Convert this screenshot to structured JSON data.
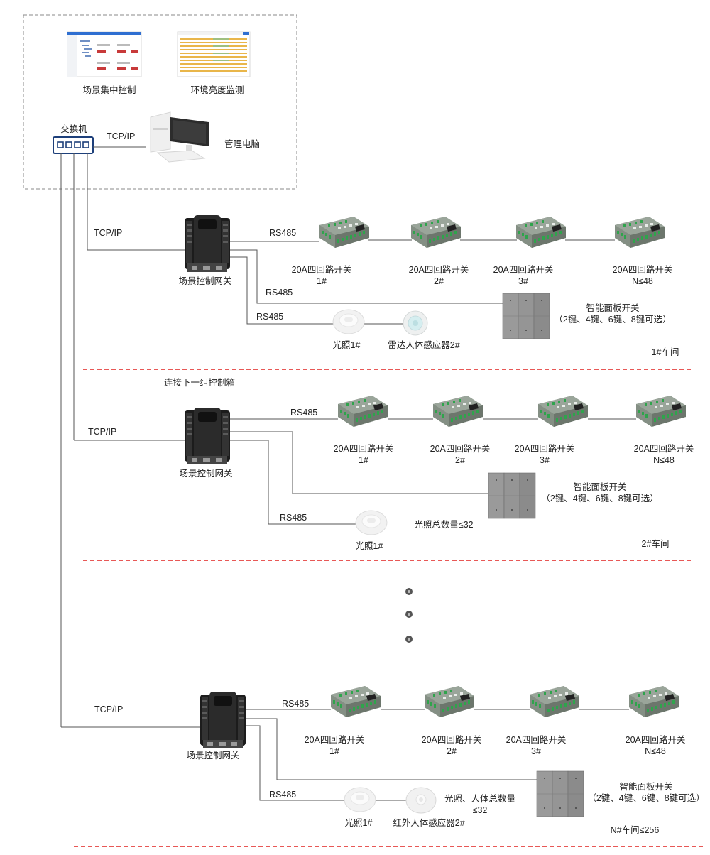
{
  "top_area": {
    "screen1_label": "场景集中控制",
    "screen2_label": "环境亮度监测",
    "switch_label": "交换机",
    "link_label": "TCP/IP",
    "pc_label": "管理电脑"
  },
  "ws1": {
    "tcp": "TCP/IP",
    "gateway": "场景控制网关",
    "rs485_a": "RS485",
    "rs485_b": "RS485",
    "rs485_c": "RS485",
    "relays": [
      {
        "l1": "20A四回路开关",
        "l2": "1#"
      },
      {
        "l1": "20A四回路开关",
        "l2": "2#"
      },
      {
        "l1": "20A四回路开关",
        "l2": "3#"
      },
      {
        "l1": "20A四回路开关",
        "l2": "N≤48"
      }
    ],
    "panel_l1": "智能面板开关",
    "panel_l2": "（2键、4键、6键、8键可选）",
    "sensor1": "光照1#",
    "sensor2": "雷达人体感应器2#",
    "room": "1#车间"
  },
  "ws2": {
    "next_box": "连接下一组控制箱",
    "tcp": "TCP/IP",
    "gateway": "场景控制网关",
    "rs485_a": "RS485",
    "rs485_c": "RS485",
    "relays": [
      {
        "l1": "20A四回路开关",
        "l2": "1#"
      },
      {
        "l1": "20A四回路开关",
        "l2": "2#"
      },
      {
        "l1": "20A四回路开关",
        "l2": "3#"
      },
      {
        "l1": "20A四回路开关",
        "l2": "N≤48"
      }
    ],
    "panel_l1": "智能面板开关",
    "panel_l2": "（2键、4键、6键、8键可选）",
    "sensor1": "光照1#",
    "light_total": "光照总数量≤32",
    "room": "2#车间"
  },
  "ws3": {
    "tcp": "TCP/IP",
    "gateway": "场景控制网关",
    "rs485_a": "RS485",
    "rs485_c": "RS485",
    "relays": [
      {
        "l1": "20A四回路开关",
        "l2": "1#"
      },
      {
        "l1": "20A四回路开关",
        "l2": "2#"
      },
      {
        "l1": "20A四回路开关",
        "l2": "3#"
      },
      {
        "l1": "20A四回路开关",
        "l2": "N≤48"
      }
    ],
    "panel_l1": "智能面板开关",
    "panel_l2": "（2键、4键、6键、8键可选）",
    "sensor1": "光照1#",
    "sensor2": "红外人体感应器2#",
    "total_l1": "光照、人体总数量",
    "total_l2": "≤32",
    "room": "N#车间≤256"
  }
}
